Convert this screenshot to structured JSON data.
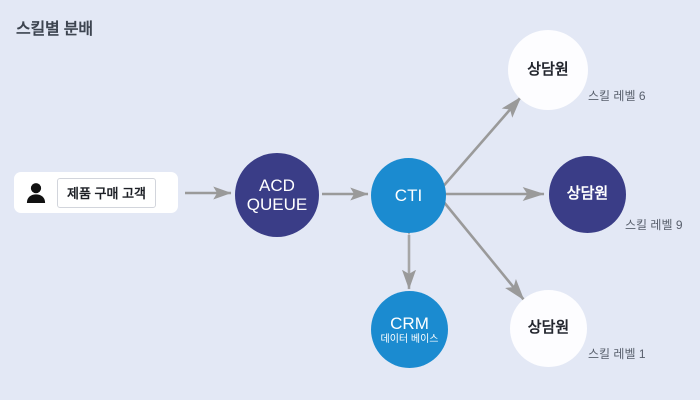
{
  "page": {
    "title": "스킬별 분배",
    "background_color": "#e3e8f5",
    "title_color": "#3d4450"
  },
  "colors": {
    "navy": "#3a3d87",
    "blue": "#1b8bd0",
    "white_node": "#fdfdff",
    "edge_gray": "#9a9a9a",
    "label_gray": "#585f6c"
  },
  "customer": {
    "icon": "person-icon",
    "label": "제품 구매 고객"
  },
  "nodes": {
    "acd": {
      "label": "ACD",
      "label2": "QUEUE",
      "color": "#3a3d87"
    },
    "cti": {
      "label": "CTI",
      "color": "#1b8bd0"
    },
    "crm": {
      "label": "CRM",
      "sublabel": "데이터 베이스",
      "color": "#1b8bd0"
    },
    "agent1": {
      "label": "상담원",
      "skill": "스킬 레벨 6",
      "color": "#fdfdff"
    },
    "agent2": {
      "label": "상담원",
      "skill": "스킬 레벨 9",
      "color": "#3a3d87"
    },
    "agent3": {
      "label": "상담원",
      "skill": "스킬 레벨 1",
      "color": "#fdfdff"
    }
  },
  "edges": [
    {
      "from": "customer",
      "to": "acd",
      "direction": "one-way"
    },
    {
      "from": "acd",
      "to": "cti",
      "direction": "one-way"
    },
    {
      "from": "cti",
      "to": "agent1",
      "direction": "one-way"
    },
    {
      "from": "cti",
      "to": "agent2",
      "direction": "one-way"
    },
    {
      "from": "cti",
      "to": "agent3",
      "direction": "one-way"
    },
    {
      "from": "cti",
      "to": "crm",
      "direction": "two-way"
    }
  ]
}
